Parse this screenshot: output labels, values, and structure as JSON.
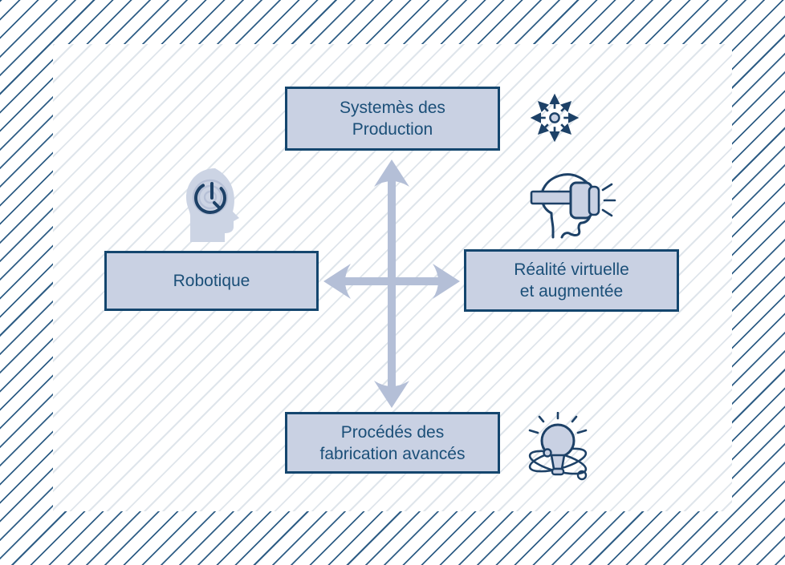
{
  "diagram": {
    "title": "Industry 4.0 technology cross diagram",
    "nodes": {
      "top": {
        "label": "Systemès des\nProduction"
      },
      "left": {
        "label": "Robotique"
      },
      "right": {
        "label": "Réalité virtuelle\net augmentée"
      },
      "bottom": {
        "label": "Procédés des\nfabrication avancés"
      }
    },
    "connector": {
      "type": "four-way-double-arrow-cross"
    },
    "icons": [
      {
        "name": "expand-arrows-icon",
        "position": "top-right-of-top-node"
      },
      {
        "name": "ai-head-icon",
        "position": "above-left-node"
      },
      {
        "name": "vr-headset-icon",
        "position": "above-right-node"
      },
      {
        "name": "innovation-bulb-icon",
        "position": "right-of-bottom-node"
      }
    ],
    "colors": {
      "node_fill": "#c9d1e3",
      "node_border": "#14466e",
      "node_text": "#1b4f78",
      "arrow": "#b4bfd7",
      "icon_stroke": "#1d4167",
      "hatch_dark": "#2f5e86",
      "hatch_light": "#dfe5eb",
      "background": "#ffffff"
    }
  }
}
